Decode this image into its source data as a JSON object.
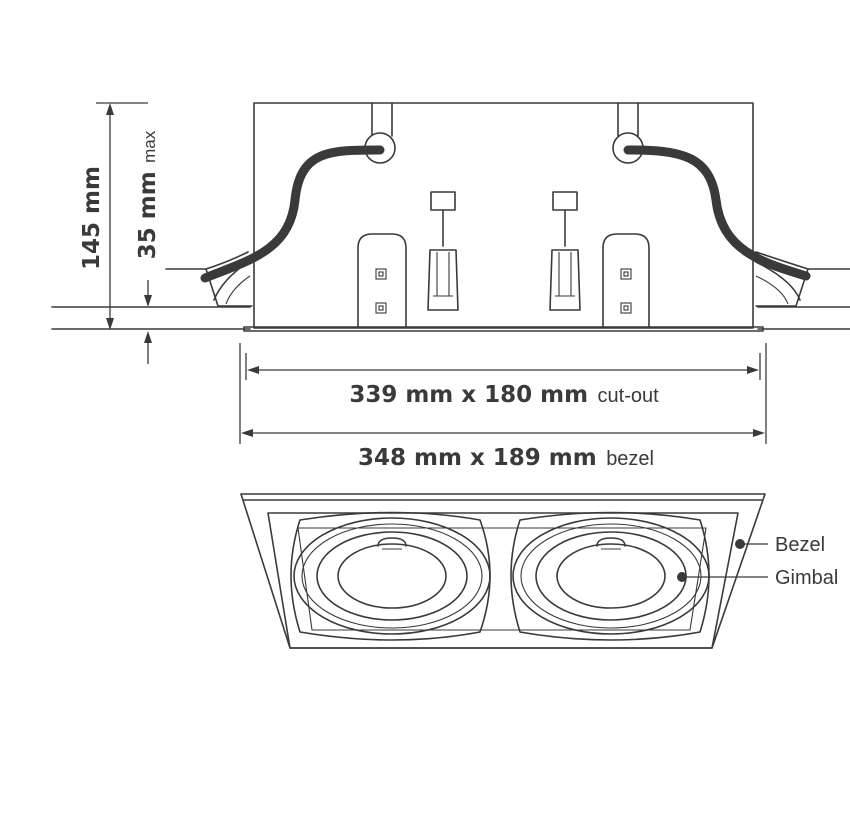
{
  "dimensions": {
    "height_total": "145 mm",
    "height_max_value": "35 mm",
    "height_max_suffix": "max",
    "cutout_value": "339 mm x 180 mm",
    "cutout_suffix": "cut-out",
    "bezel_value": "348 mm x 189 mm",
    "bezel_suffix": "bezel"
  },
  "callouts": {
    "bezel": "Bezel",
    "gimbal": "Gimbal"
  }
}
